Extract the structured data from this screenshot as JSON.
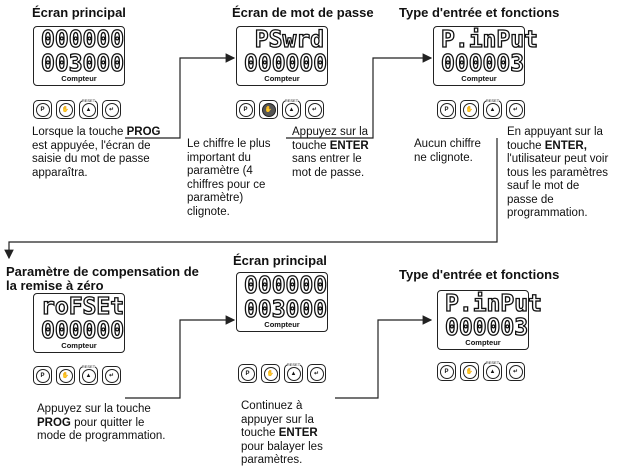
{
  "titles": {
    "t1": "Écran principal",
    "t2": "Écran de mot de passe",
    "t3": "Type d'entrée et fonctions",
    "t4_line1": "Paramètre de compensation de",
    "t4_line2": "la remise à zéro",
    "t5": "Écran principal",
    "t6": "Type d'entrée et fonctions"
  },
  "panels": {
    "p1": {
      "row1": "000000",
      "row2": "003000",
      "caption": "Compteur"
    },
    "p2": {
      "row1": "PSwrd",
      "row2": "000000",
      "caption": "Compteur"
    },
    "p3": {
      "row1": "P.inPut",
      "row2": "000003",
      "caption": "Compteur"
    },
    "p4": {
      "row1": "roFSEt",
      "row2": "000000",
      "caption": "Compteur"
    },
    "p5": {
      "row1": "000000",
      "row2": "003000",
      "caption": "Compteur"
    },
    "p6": {
      "row1": "P.inPut",
      "row2": "000003",
      "caption": "Compteur"
    }
  },
  "keys": {
    "p": "P",
    "reset": "RESET"
  },
  "texts": {
    "a1_pre": "Lorsque la touche",
    "a1_bold": "PROG",
    "a1_post": "est appuyée, l'écran de saisie du mot de passe apparaîtra.",
    "a2": "Le chiffre le plus important du paramètre (4 chiffres pour ce paramètre) clignote.",
    "a3_pre": "Appuyez sur la touche",
    "a3_bold": "ENTER",
    "a3_post": "sans entrer le mot de passe.",
    "a4": "Aucun chiffre ne clignote.",
    "a5_pre": "En appuyant sur la touche",
    "a5_bold": "ENTER,",
    "a5_post": "l'utilisateur peut voir tous les paramètres sauf le mot de passe de programmation.",
    "b1_pre": "Appuyez sur la touche",
    "b1_bold": "PROG",
    "b1_post": "pour quitter le mode de programmation.",
    "b2_pre": "Continuez à appuyer sur la touche",
    "b2_bold": "ENTER",
    "b2_post": "pour balayer les paramètres."
  }
}
